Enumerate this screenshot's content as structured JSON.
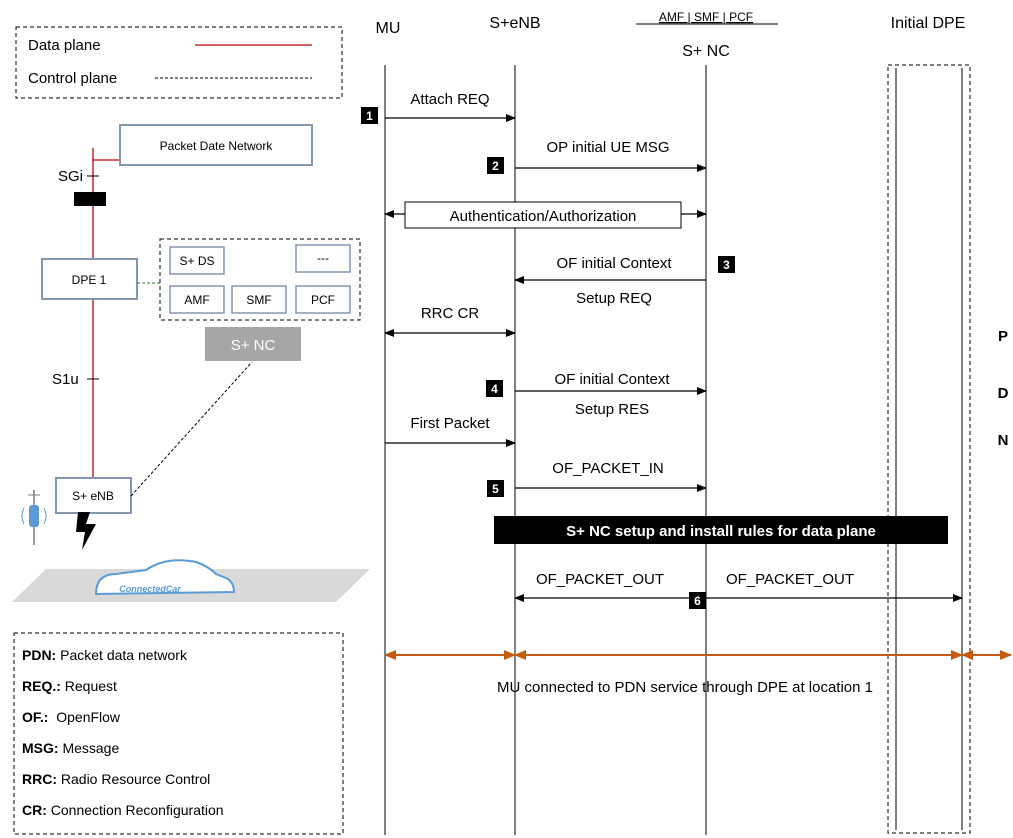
{
  "headers": {
    "mu": "MU",
    "enb": "S+eNB",
    "nc_functions": "AMF | SMF | PCF",
    "nc": "S+ NC",
    "initial_dpe": "Initial DPE"
  },
  "pdn_vertical": [
    "P",
    "D",
    "N"
  ],
  "legend": {
    "data_plane": "Data plane",
    "control_plane": "Control plane"
  },
  "topology": {
    "pdn_box": "Packet Date Network",
    "sgi": "SGi",
    "dpe1": "DPE 1",
    "s1u": "S1u",
    "enb": "S+ eNB",
    "nc_modules": [
      "S+ DS",
      "---",
      "AMF",
      "SMF",
      "PCF"
    ],
    "nc_label": "S+ NC",
    "car_label": "ConnectedCar"
  },
  "messages": {
    "attach_req": "Attach REQ",
    "op_initial_ue": "OP initial UE MSG",
    "auth": "Authentication/Authorization",
    "of_ctx_req_1": "OF initial Context",
    "of_ctx_req_2": "Setup REQ",
    "rrc_cr": "RRC CR",
    "of_ctx_res_1": "OF initial Context",
    "of_ctx_res_2": "Setup RES",
    "first_packet": "First Packet",
    "of_packet_in": "OF_PACKET_IN",
    "setup_banner": "S+ NC setup and install rules for data plane",
    "of_packet_out_1": "OF_PACKET_OUT",
    "of_packet_out_2": "OF_PACKET_OUT",
    "connected": "MU connected to PDN service through DPE at location 1"
  },
  "steps": [
    "1",
    "2",
    "3",
    "4",
    "5",
    "6"
  ],
  "abbreviations": [
    {
      "term": "PDN:",
      "desc": " Packet data network"
    },
    {
      "term": "REQ.:",
      "desc": " Request"
    },
    {
      "term": "OF.:",
      "desc": "  OpenFlow"
    },
    {
      "term": "MSG:",
      "desc": " Message"
    },
    {
      "term": "RRC:",
      "desc": " Radio Resource Control"
    },
    {
      "term": "CR:",
      "desc": " Connection Reconfiguration"
    }
  ],
  "colors": {
    "data_plane": "#c00000",
    "connection": "#c55a11",
    "box_border": "#8497b0",
    "nc_box": "#a6a6a6",
    "car": "#5b9bd5"
  }
}
